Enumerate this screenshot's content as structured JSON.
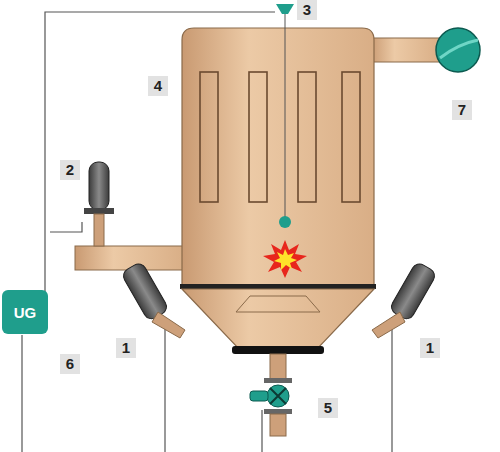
{
  "diagram": {
    "nodes": [
      {
        "text": [
          "UG"
        ]
      }
    ],
    "labels": [
      "3",
      "4",
      "2",
      "7",
      "6",
      "1",
      "1",
      "5"
    ]
  }
}
